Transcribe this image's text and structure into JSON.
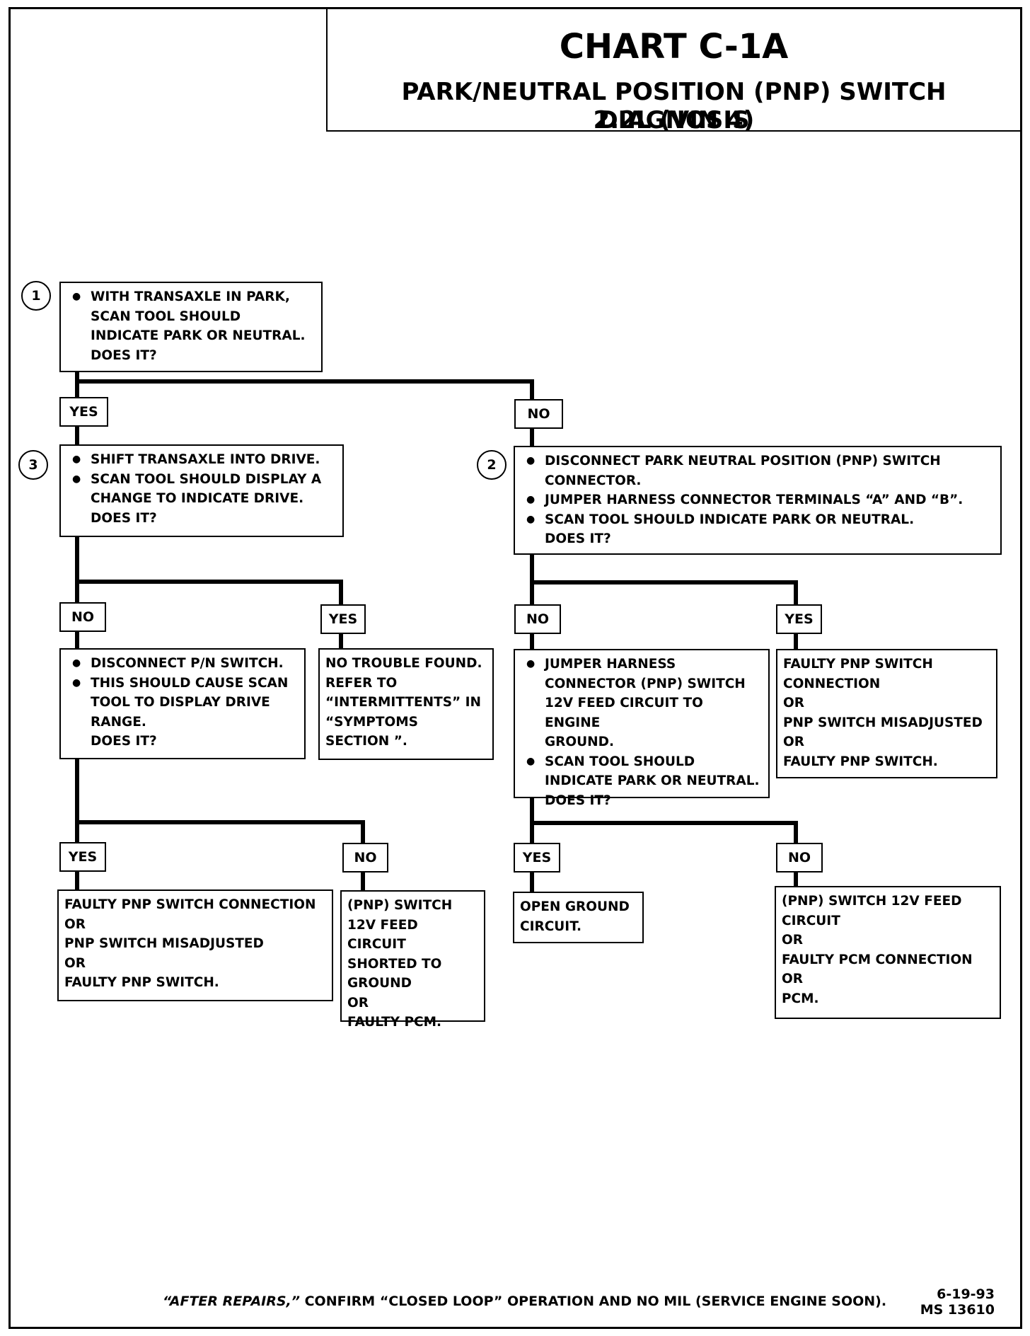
{
  "title": {
    "chart": "CHART C-1A",
    "subtitle": "PARK/NEUTRAL POSITION (PNP) SWITCH DIAGNOSIS",
    "engine": "2.2L  (VIN 4)"
  },
  "steps": {
    "n1": "1",
    "n2": "2",
    "n3": "3"
  },
  "boxes": {
    "step1": [
      "WITH TRANSAXLE IN PARK,\nSCAN TOOL SHOULD\nINDICATE PARK OR NEUTRAL.\nDOES IT?"
    ],
    "step3": [
      "SHIFT TRANSAXLE INTO DRIVE.",
      "SCAN TOOL SHOULD DISPLAY A\nCHANGE TO INDICATE DRIVE.\nDOES IT?"
    ],
    "step2": [
      "DISCONNECT PARK NEUTRAL POSITION (PNP) SWITCH\nCONNECTOR.",
      "JUMPER HARNESS CONNECTOR TERMINALS “A” AND “B”.",
      "SCAN TOOL SHOULD INDICATE PARK OR NEUTRAL.\nDOES IT?"
    ],
    "disconnect_pn": [
      "DISCONNECT P/N SWITCH.",
      "THIS SHOULD CAUSE SCAN\nTOOL TO DISPLAY DRIVE\nRANGE.\nDOES IT?"
    ],
    "no_trouble": "NO TROUBLE FOUND.\nREFER TO\n“INTERMITTENTS” IN\n“SYMPTOMS\nSECTION ”.",
    "jumper_harness": [
      "JUMPER HARNESS\nCONNECTOR (PNP) SWITCH\n12V FEED CIRCUIT TO ENGINE\nGROUND.",
      "SCAN TOOL SHOULD\nINDICATE PARK OR NEUTRAL.\nDOES IT?"
    ],
    "faulty_pnp_right": "FAULTY PNP SWITCH\nCONNECTION\nOR\nPNP SWITCH MISADJUSTED\nOR\nFAULTY PNP SWITCH.",
    "faulty_pnp_left": "FAULTY PNP SWITCH CONNECTION\nOR\nPNP SWITCH MISADJUSTED\nOR\nFAULTY PNP SWITCH.",
    "shorted": "(PNP) SWITCH\n12V FEED CIRCUIT\nSHORTED TO\nGROUND\nOR\nFAULTY PCM.",
    "open_ground": "OPEN GROUND\nCIRCUIT.",
    "feed_circuit": "(PNP) SWITCH 12V FEED\nCIRCUIT\nOR\nFAULTY PCM CONNECTION\nOR\nPCM."
  },
  "labels": {
    "yes": "YES",
    "no": "NO"
  },
  "footer": {
    "after_repairs": "“AFTER REPAIRS,”",
    "confirm": " CONFIRM “CLOSED LOOP” OPERATION AND NO MIL (SERVICE ENGINE SOON).",
    "date": "6-19-93",
    "ms": "MS 13610"
  }
}
